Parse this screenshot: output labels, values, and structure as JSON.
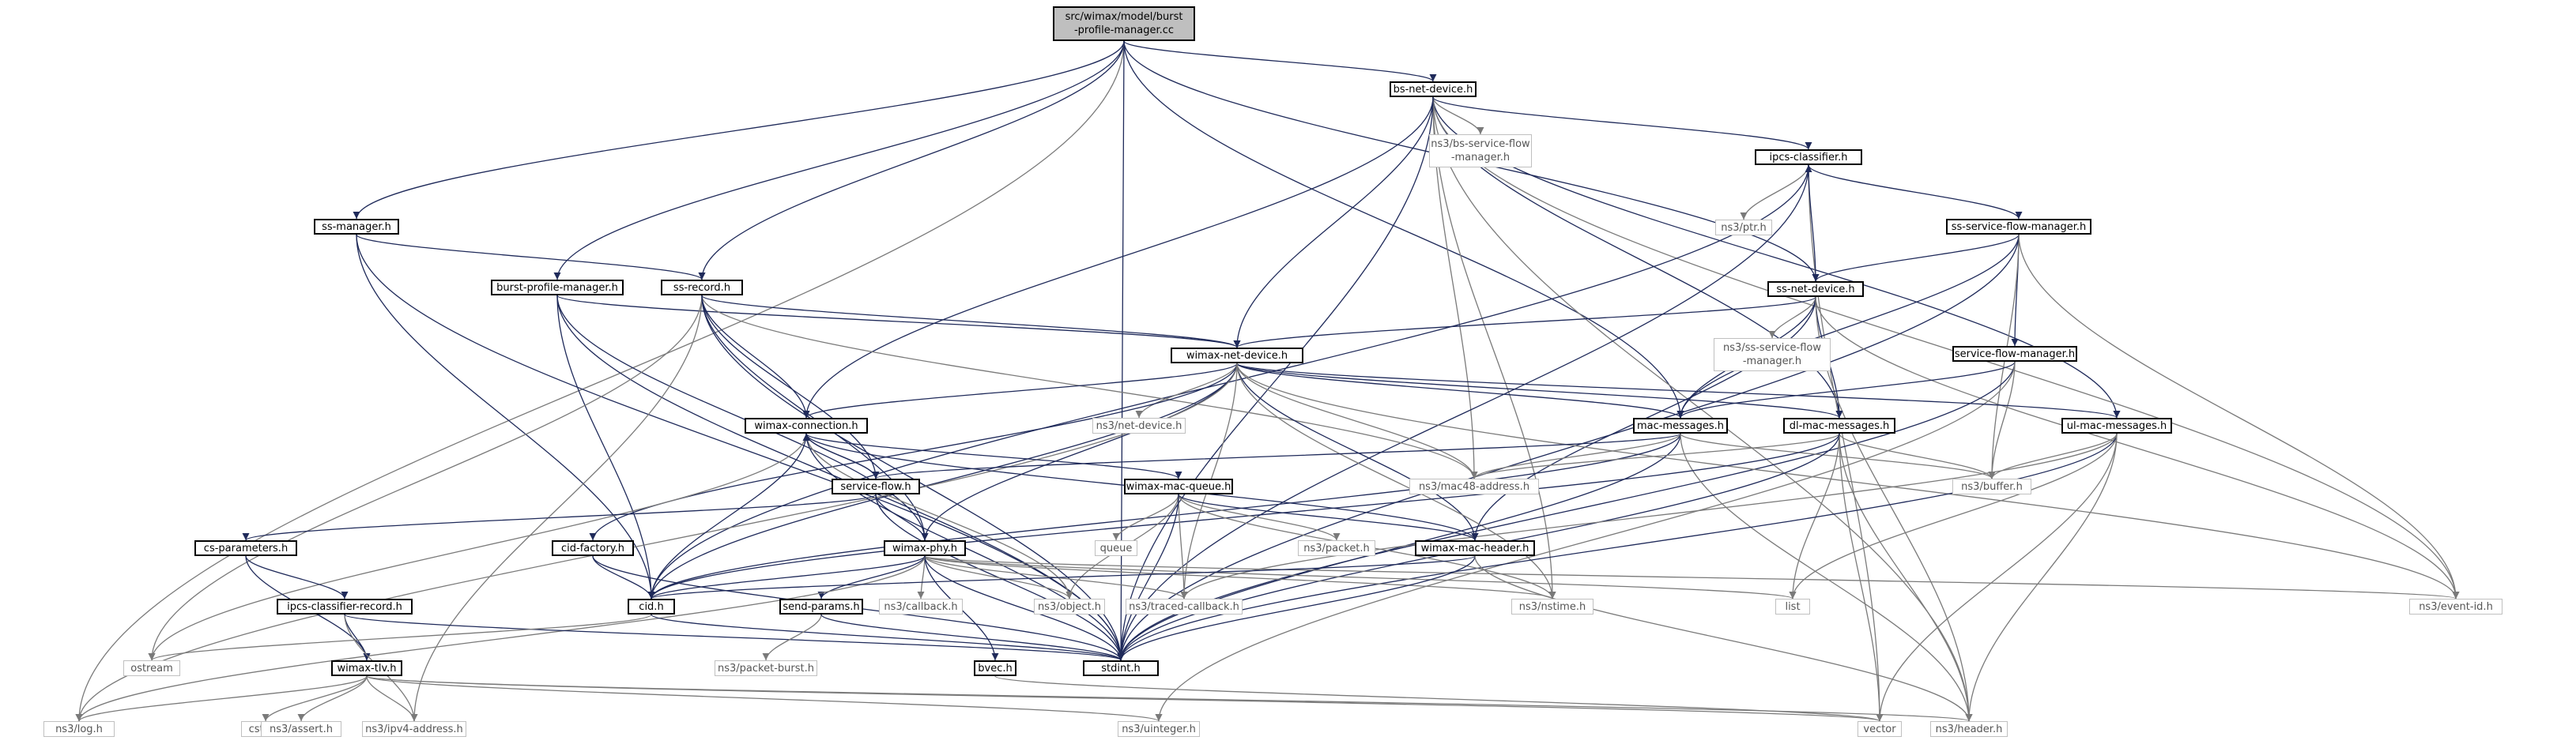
{
  "nodes": [
    {
      "id": "root",
      "label": "src/wimax/model/burst\n-profile-manager.cc",
      "kind": "root"
    },
    {
      "id": "bsnet",
      "label": "bs-net-device.h",
      "kind": "solid"
    },
    {
      "id": "bssfm",
      "label": "ns3/bs-service-flow\n-manager.h",
      "kind": "ext"
    },
    {
      "id": "ipcs",
      "label": "ipcs-classifier.h",
      "kind": "solid"
    },
    {
      "id": "ptr",
      "label": "ns3/ptr.h",
      "kind": "ext"
    },
    {
      "id": "sssfm",
      "label": "ss-service-flow-manager.h",
      "kind": "solid"
    },
    {
      "id": "ssnet",
      "label": "ss-net-device.h",
      "kind": "solid"
    },
    {
      "id": "nsssfm",
      "label": "ns3/ss-service-flow\n-manager.h",
      "kind": "ext"
    },
    {
      "id": "sfm",
      "label": "service-flow-manager.h",
      "kind": "solid"
    },
    {
      "id": "ssmgr",
      "label": "ss-manager.h",
      "kind": "solid"
    },
    {
      "id": "bpm",
      "label": "burst-profile-manager.h",
      "kind": "solid"
    },
    {
      "id": "ssrec",
      "label": "ss-record.h",
      "kind": "solid"
    },
    {
      "id": "wnd",
      "label": "wimax-net-device.h",
      "kind": "solid"
    },
    {
      "id": "wconn",
      "label": "wimax-connection.h",
      "kind": "solid"
    },
    {
      "id": "netdev",
      "label": "ns3/net-device.h",
      "kind": "ext"
    },
    {
      "id": "macmsg",
      "label": "mac-messages.h",
      "kind": "solid"
    },
    {
      "id": "dlmac",
      "label": "dl-mac-messages.h",
      "kind": "solid"
    },
    {
      "id": "ulmac",
      "label": "ul-mac-messages.h",
      "kind": "solid"
    },
    {
      "id": "sflow",
      "label": "service-flow.h",
      "kind": "solid"
    },
    {
      "id": "mac48",
      "label": "ns3/mac48-address.h",
      "kind": "ext"
    },
    {
      "id": "buffer",
      "label": "ns3/buffer.h",
      "kind": "ext"
    },
    {
      "id": "wmq",
      "label": "wimax-mac-queue.h",
      "kind": "solid"
    },
    {
      "id": "csparams",
      "label": "cs-parameters.h",
      "kind": "solid"
    },
    {
      "id": "cidf",
      "label": "cid-factory.h",
      "kind": "solid"
    },
    {
      "id": "wphy",
      "label": "wimax-phy.h",
      "kind": "solid"
    },
    {
      "id": "queue",
      "label": "queue",
      "kind": "ext"
    },
    {
      "id": "packet",
      "label": "ns3/packet.h",
      "kind": "ext"
    },
    {
      "id": "wmh",
      "label": "wimax-mac-header.h",
      "kind": "solid"
    },
    {
      "id": "ipcsrec",
      "label": "ipcs-classifier-record.h",
      "kind": "solid"
    },
    {
      "id": "cid",
      "label": "cid.h",
      "kind": "solid"
    },
    {
      "id": "sendp",
      "label": "send-params.h",
      "kind": "solid"
    },
    {
      "id": "callback",
      "label": "ns3/callback.h",
      "kind": "ext"
    },
    {
      "id": "object",
      "label": "ns3/object.h",
      "kind": "ext"
    },
    {
      "id": "traced",
      "label": "ns3/traced-callback.h",
      "kind": "ext"
    },
    {
      "id": "nstime",
      "label": "ns3/nstime.h",
      "kind": "ext"
    },
    {
      "id": "list",
      "label": "list",
      "kind": "ext"
    },
    {
      "id": "eventid",
      "label": "ns3/event-id.h",
      "kind": "ext"
    },
    {
      "id": "ostream",
      "label": "ostream",
      "kind": "ext"
    },
    {
      "id": "wtlv",
      "label": "wimax-tlv.h",
      "kind": "solid"
    },
    {
      "id": "pktburst",
      "label": "ns3/packet-burst.h",
      "kind": "ext"
    },
    {
      "id": "bvec",
      "label": "bvec.h",
      "kind": "solid"
    },
    {
      "id": "stdint",
      "label": "stdint.h",
      "kind": "solid"
    },
    {
      "id": "log",
      "label": "ns3/log.h",
      "kind": "ext"
    },
    {
      "id": "cstdlib",
      "label": "cstdlib",
      "kind": "ext"
    },
    {
      "id": "assert",
      "label": "ns3/assert.h",
      "kind": "ext"
    },
    {
      "id": "ipv4",
      "label": "ns3/ipv4-address.h",
      "kind": "ext"
    },
    {
      "id": "uinteger",
      "label": "ns3/uinteger.h",
      "kind": "ext"
    },
    {
      "id": "vector",
      "label": "vector",
      "kind": "ext"
    },
    {
      "id": "header",
      "label": "ns3/header.h",
      "kind": "ext"
    }
  ],
  "edges": [
    [
      "root",
      "bsnet"
    ],
    [
      "root",
      "ssmgr"
    ],
    [
      "root",
      "bpm"
    ],
    [
      "root",
      "ssrec"
    ],
    [
      "root",
      "ssnet"
    ],
    [
      "root",
      "macmsg"
    ],
    [
      "root",
      "log"
    ],
    [
      "root",
      "stdint"
    ],
    [
      "bsnet",
      "bssfm"
    ],
    [
      "bsnet",
      "ipcs"
    ],
    [
      "bsnet",
      "wnd"
    ],
    [
      "bsnet",
      "wconn"
    ],
    [
      "bsnet",
      "mac48"
    ],
    [
      "bsnet",
      "nstime"
    ],
    [
      "bsnet",
      "dlmac"
    ],
    [
      "bsnet",
      "ulmac"
    ],
    [
      "bsnet",
      "eventid"
    ],
    [
      "bsnet",
      "header"
    ],
    [
      "bsnet",
      "stdint"
    ],
    [
      "ipcs",
      "ptr"
    ],
    [
      "ipcs",
      "sssfm"
    ],
    [
      "ipcs",
      "cid"
    ],
    [
      "ipcs",
      "stdint"
    ],
    [
      "ipcs",
      "vector"
    ],
    [
      "sssfm",
      "ssnet"
    ],
    [
      "sssfm",
      "sfm"
    ],
    [
      "sssfm",
      "macmsg"
    ],
    [
      "sssfm",
      "buffer"
    ],
    [
      "sssfm",
      "stdint"
    ],
    [
      "sssfm",
      "eventid"
    ],
    [
      "ssnet",
      "ipcs"
    ],
    [
      "ssnet",
      "wnd"
    ],
    [
      "ssnet",
      "nsssfm"
    ],
    [
      "ssnet",
      "macmsg"
    ],
    [
      "ssnet",
      "dlmac"
    ],
    [
      "ssnet",
      "wmh"
    ],
    [
      "ssnet",
      "eventid"
    ],
    [
      "ssnet",
      "header"
    ],
    [
      "sfm",
      "macmsg"
    ],
    [
      "sfm",
      "buffer"
    ],
    [
      "sfm",
      "stdint"
    ],
    [
      "sfm",
      "uinteger"
    ],
    [
      "ssmgr",
      "ssrec"
    ],
    [
      "ssmgr",
      "cid"
    ],
    [
      "ssmgr",
      "stdint"
    ],
    [
      "bpm",
      "wnd"
    ],
    [
      "bpm",
      "cid"
    ],
    [
      "bpm",
      "wphy"
    ],
    [
      "bpm",
      "stdint"
    ],
    [
      "ssrec",
      "wnd"
    ],
    [
      "ssrec",
      "wconn"
    ],
    [
      "ssrec",
      "sflow"
    ],
    [
      "ssrec",
      "mac48"
    ],
    [
      "ssrec",
      "ipv4"
    ],
    [
      "ssrec",
      "ostream"
    ],
    [
      "ssrec",
      "stdint"
    ],
    [
      "ssrec",
      "wphy"
    ],
    [
      "wnd",
      "wconn"
    ],
    [
      "wnd",
      "netdev"
    ],
    [
      "wnd",
      "macmsg"
    ],
    [
      "wnd",
      "dlmac"
    ],
    [
      "wnd",
      "ulmac"
    ],
    [
      "wnd",
      "mac48"
    ],
    [
      "wnd",
      "wphy"
    ],
    [
      "wnd",
      "cidf"
    ],
    [
      "wnd",
      "cid"
    ],
    [
      "wnd",
      "log"
    ],
    [
      "wnd",
      "wmh"
    ],
    [
      "wnd",
      "nstime"
    ],
    [
      "wnd",
      "eventid"
    ],
    [
      "wnd",
      "traced"
    ],
    [
      "wconn",
      "sflow"
    ],
    [
      "wconn",
      "wmq"
    ],
    [
      "wconn",
      "cid"
    ],
    [
      "wconn",
      "wmh"
    ],
    [
      "wconn",
      "object"
    ],
    [
      "wconn",
      "stdint"
    ],
    [
      "wconn",
      "ostream"
    ],
    [
      "sflow",
      "wconn"
    ],
    [
      "sflow",
      "csparams"
    ],
    [
      "sflow",
      "wphy"
    ],
    [
      "sflow",
      "stdint"
    ],
    [
      "macmsg",
      "sflow"
    ],
    [
      "macmsg",
      "buffer"
    ],
    [
      "macmsg",
      "cid"
    ],
    [
      "macmsg",
      "mac48"
    ],
    [
      "macmsg",
      "stdint"
    ],
    [
      "macmsg",
      "header"
    ],
    [
      "dlmac",
      "buffer"
    ],
    [
      "dlmac",
      "list"
    ],
    [
      "dlmac",
      "stdint"
    ],
    [
      "dlmac",
      "vector"
    ],
    [
      "dlmac",
      "header"
    ],
    [
      "dlmac",
      "mac48"
    ],
    [
      "dlmac",
      "cid"
    ],
    [
      "ulmac",
      "buffer"
    ],
    [
      "ulmac",
      "list"
    ],
    [
      "ulmac",
      "stdint"
    ],
    [
      "ulmac",
      "vector"
    ],
    [
      "ulmac",
      "header"
    ],
    [
      "ulmac",
      "traced"
    ],
    [
      "wmq",
      "queue"
    ],
    [
      "wmq",
      "packet"
    ],
    [
      "wmq",
      "wmh"
    ],
    [
      "wmq",
      "object"
    ],
    [
      "wmq",
      "traced"
    ],
    [
      "wmq",
      "nstime"
    ],
    [
      "wmq",
      "stdint"
    ],
    [
      "csparams",
      "ipcsrec"
    ],
    [
      "csparams",
      "wtlv"
    ],
    [
      "cidf",
      "cid"
    ],
    [
      "cidf",
      "stdint"
    ],
    [
      "wphy",
      "sendp"
    ],
    [
      "wphy",
      "callback"
    ],
    [
      "wphy",
      "object"
    ],
    [
      "wphy",
      "traced"
    ],
    [
      "wphy",
      "nstime"
    ],
    [
      "wphy",
      "list"
    ],
    [
      "wphy",
      "eventid"
    ],
    [
      "wphy",
      "bvec"
    ],
    [
      "wphy",
      "stdint"
    ],
    [
      "wphy",
      "log"
    ],
    [
      "wphy",
      "cid"
    ],
    [
      "wmh",
      "cid"
    ],
    [
      "wmh",
      "stdint"
    ],
    [
      "wmh",
      "header"
    ],
    [
      "ipcsrec",
      "wtlv"
    ],
    [
      "ipcsrec",
      "ipv4"
    ],
    [
      "ipcsrec",
      "stdint"
    ],
    [
      "cid",
      "ostream"
    ],
    [
      "cid",
      "stdint"
    ],
    [
      "sendp",
      "pktburst"
    ],
    [
      "sendp",
      "stdint"
    ],
    [
      "wtlv",
      "log"
    ],
    [
      "wtlv",
      "cstdlib"
    ],
    [
      "wtlv",
      "assert"
    ],
    [
      "wtlv",
      "ipv4"
    ],
    [
      "wtlv",
      "uinteger"
    ],
    [
      "wtlv",
      "vector"
    ],
    [
      "wtlv",
      "header"
    ],
    [
      "bvec",
      "vector"
    ]
  ]
}
